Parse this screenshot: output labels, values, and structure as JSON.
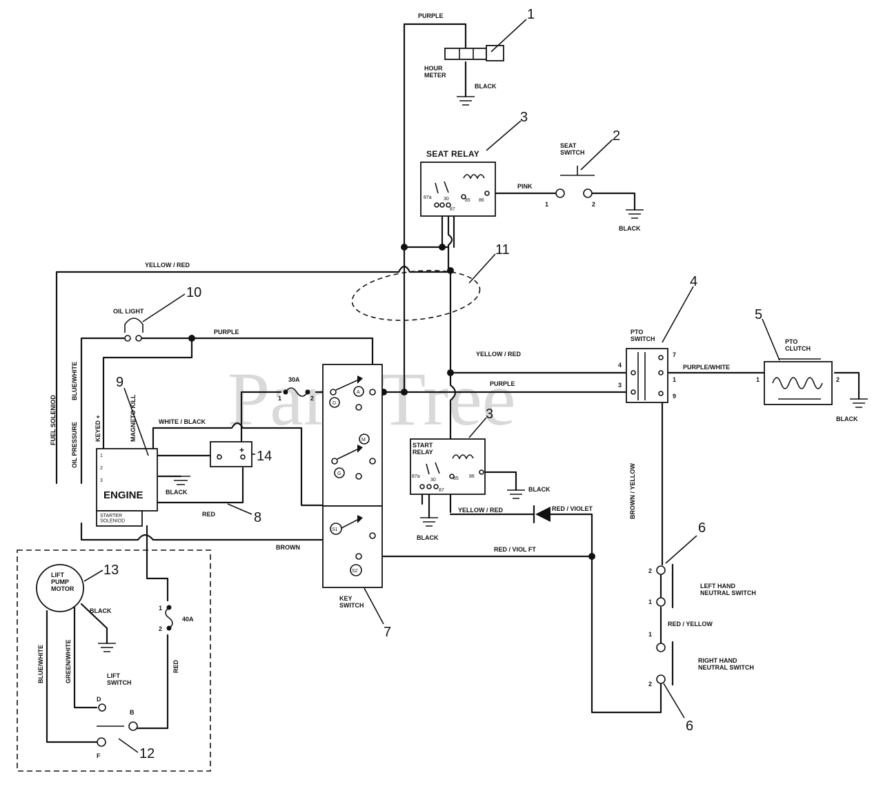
{
  "watermark": "PartsTree",
  "callouts": [
    "1",
    "2",
    "3",
    "3",
    "4",
    "5",
    "6",
    "6",
    "7",
    "8",
    "9",
    "10",
    "11",
    "12",
    "13",
    "14"
  ],
  "components": {
    "hour_meter": "HOUR\nMETER",
    "seat_relay": "SEAT RELAY",
    "seat_switch": "SEAT\nSWITCH",
    "oil_light": "OIL LIGHT",
    "engine": "ENGINE",
    "starter_solenoid": "STARTER\nSOLENIOD",
    "key_switch": "KEY\nSWITCH",
    "start_relay": "START\nRELAY",
    "pto_switch": "PTO\nSWITCH",
    "pto_clutch": "PTO\nCLUTCH",
    "left_neutral": "LEFT HAND\nNEUTRAL SWITCH",
    "right_neutral": "RIGHT HAND\nNEUTRAL SWITCH",
    "lift_pump_motor": "LIFT\nPUMP\nMOTOR",
    "lift_switch": "LIFT\nSWITCH",
    "fuse_30": "30A",
    "fuse_40": "40A"
  },
  "wires": {
    "purple": "PURPLE",
    "black": "BLACK",
    "pink": "PINK",
    "yellow_red": "YELLOW / RED",
    "purple_white": "PURPLE/WHITE",
    "white_black": "WHITE / BLACK",
    "red": "RED",
    "brown": "BROWN",
    "red_violet": "RED / VIOLET",
    "red_violet_2": "RED / VIOL FT",
    "brown_yellow": "BROWN / YELLOW",
    "red_yellow": "RED / YELLOW",
    "blue_white": "BLUE/WHITE",
    "green_white": "GREEN/WHITE",
    "fuel_solenoid": "FUEL SOLENIOD",
    "oil_pressure": "OIL PRESSURE",
    "blue_white_2": "BLUE/WHITE",
    "keyed": "KEYED +",
    "magneto_kill": "MAGNETO KILL"
  },
  "key_switch_terminals": [
    "A",
    "D",
    "M",
    "G",
    "S1",
    "S2"
  ],
  "pins": {
    "seat_relay": [
      "87a",
      "30",
      "87",
      "85",
      "86"
    ],
    "start_relay": [
      "87a",
      "30",
      "87",
      "85",
      "86"
    ],
    "pto": [
      "4",
      "3",
      "7",
      "1",
      "9"
    ],
    "one": "1",
    "two": "2",
    "b": "B",
    "d": "D",
    "f": "F",
    "minus": "-",
    "plus": "+",
    "eng_pins": [
      "1",
      "2",
      "3"
    ]
  }
}
